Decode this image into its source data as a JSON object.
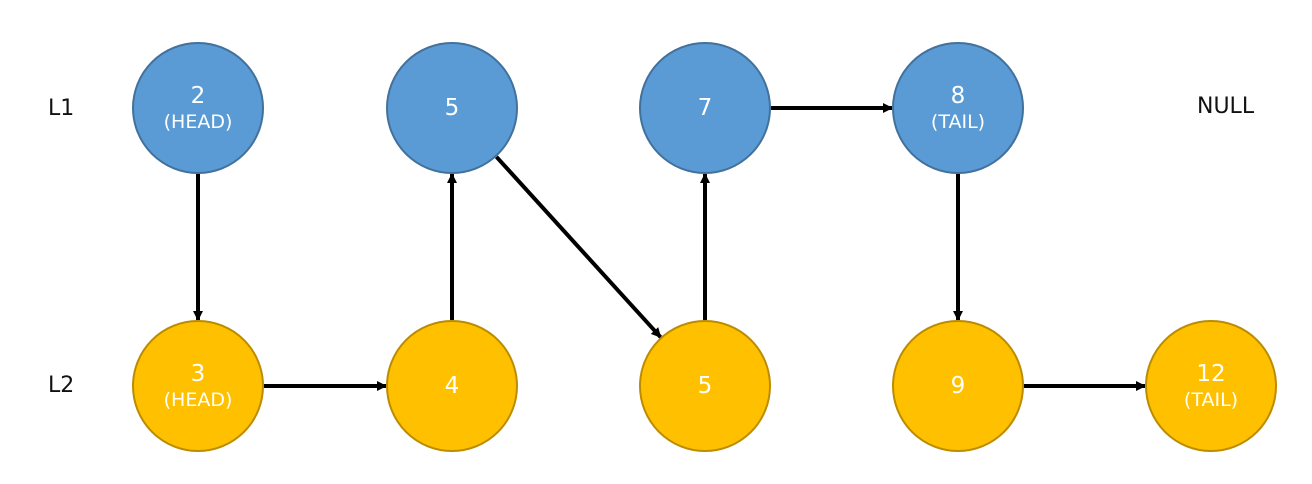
{
  "colors": {
    "l1_fill": "#5b9bd5",
    "l1_stroke": "#41719c",
    "l2_fill": "#ffc000",
    "l2_stroke": "#bc8c00",
    "arrow": "#000000"
  },
  "labels": {
    "l1": "L1",
    "l2": "L2",
    "null": "NULL"
  },
  "l1_nodes": [
    {
      "value": "2",
      "tag": "(HEAD)"
    },
    {
      "value": "5",
      "tag": ""
    },
    {
      "value": "7",
      "tag": ""
    },
    {
      "value": "8",
      "tag": "(TAIL)"
    }
  ],
  "l2_nodes": [
    {
      "value": "3",
      "tag": "(HEAD)"
    },
    {
      "value": "4",
      "tag": ""
    },
    {
      "value": "5",
      "tag": ""
    },
    {
      "value": "9",
      "tag": ""
    },
    {
      "value": "12",
      "tag": "(TAIL)"
    }
  ],
  "edges": [
    {
      "from": "l1-0",
      "to": "l2-0"
    },
    {
      "from": "l2-0",
      "to": "l2-1"
    },
    {
      "from": "l2-1",
      "to": "l1-1"
    },
    {
      "from": "l1-1",
      "to": "l2-2"
    },
    {
      "from": "l2-2",
      "to": "l1-2"
    },
    {
      "from": "l1-2",
      "to": "l1-3"
    },
    {
      "from": "l1-3",
      "to": "l2-3"
    },
    {
      "from": "l2-3",
      "to": "l2-4"
    }
  ]
}
